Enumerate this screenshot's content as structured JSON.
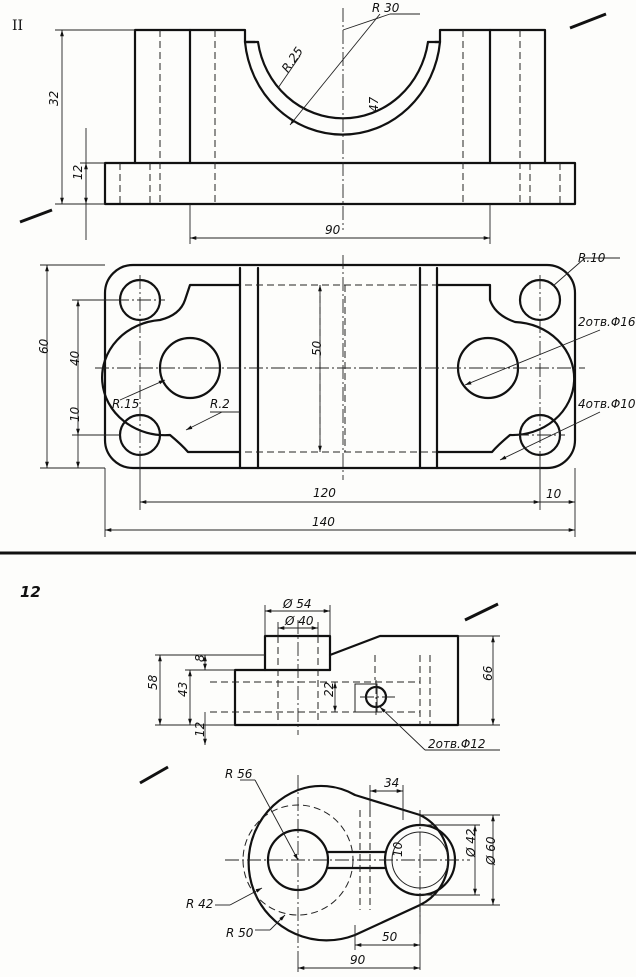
{
  "problem11": {
    "number": "II",
    "front": {
      "r30": "R 30",
      "r25": "R.25",
      "d47": "47",
      "d32": "32",
      "d12": "12",
      "d90": "90"
    },
    "plan": {
      "d60": "60",
      "d40": "40",
      "d10": "10",
      "d50": "50",
      "r10": "R.10",
      "holes16": "2отв.Φ16",
      "holes10": "4отв.Φ10",
      "r15": "R.15",
      "r2": "R.2",
      "d120": "120",
      "d10r": "10",
      "d140": "140"
    }
  },
  "problem12": {
    "number": "12",
    "front": {
      "d54": "Ø 54",
      "d40": "Ø 40",
      "d8": "8",
      "d58": "58",
      "d43": "43",
      "d12": "12",
      "d22": "22",
      "d66": "66",
      "holes": "2отв.Φ12"
    },
    "plan": {
      "r56": "R 56",
      "r42": "R 42",
      "r50": "R 50",
      "d34": "34",
      "d10": "10",
      "d42": "Ø 42",
      "d60": "Ø 60",
      "d50": "50",
      "d90": "90"
    }
  }
}
